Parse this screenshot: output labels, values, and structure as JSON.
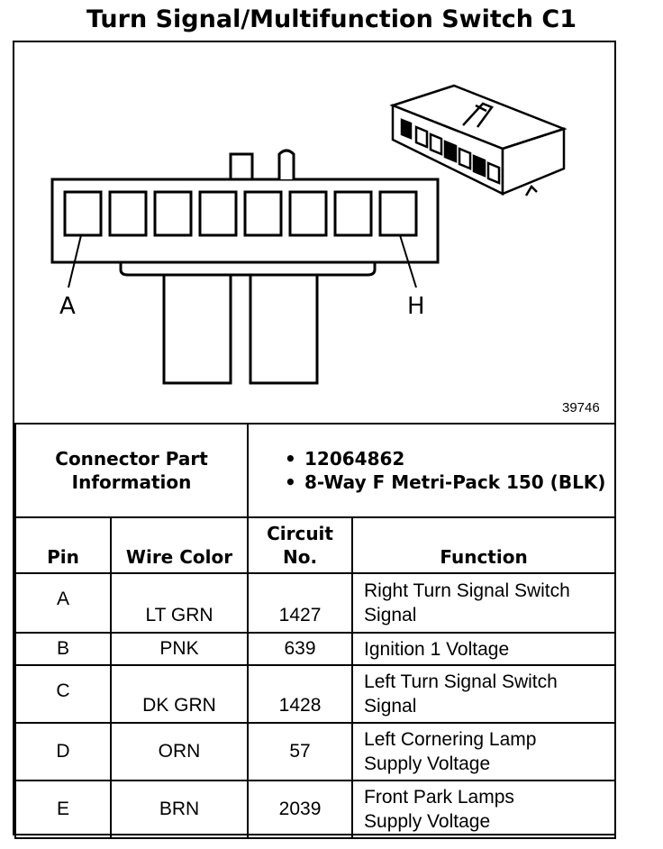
{
  "title": "Turn Signal/Multifunction Switch C1",
  "diagram": {
    "figure_number": "39746",
    "pin_label_first": "A",
    "pin_label_last": "H",
    "terminal_count": 8
  },
  "connector_info": {
    "label": "Connector Part Information",
    "items": [
      "12064862",
      "8-Way F Metri-Pack 150 (BLK)"
    ]
  },
  "columns": {
    "pin": "Pin",
    "wire_color": "Wire Color",
    "circuit": "Circuit No.",
    "function": "Function"
  },
  "rows": [
    {
      "pin": "A",
      "wire": "LT GRN",
      "circuit": "1427",
      "function_line1": "Right Turn Signal Switch",
      "function_line2": "Signal"
    },
    {
      "pin": "B",
      "wire": "PNK",
      "circuit": "639",
      "function_line1": "Ignition 1 Voltage",
      "function_line2": ""
    },
    {
      "pin": "C",
      "wire": "DK GRN",
      "circuit": "1428",
      "function_line1": "Left Turn Signal Switch",
      "function_line2": "Signal"
    },
    {
      "pin": "D",
      "wire": "ORN",
      "circuit": "57",
      "function_line1": "Left Cornering Lamp",
      "function_line2": "Supply Voltage"
    },
    {
      "pin": "E",
      "wire": "BRN",
      "circuit": "2039",
      "function_line1": "Front Park Lamps",
      "function_line2": "Supply Voltage"
    }
  ]
}
